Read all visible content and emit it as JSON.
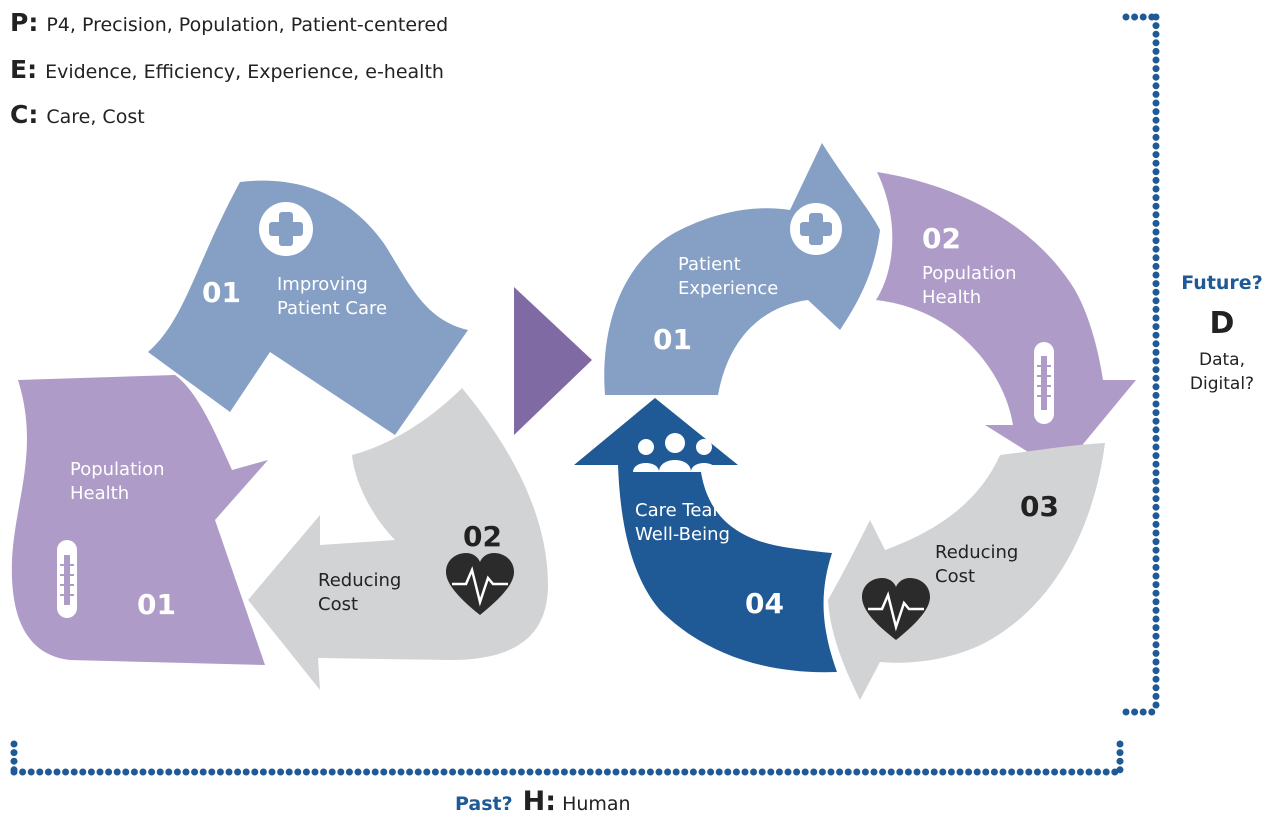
{
  "legend": [
    {
      "key": "P:",
      "text": "P4, Precision, Population, Patient-centered"
    },
    {
      "key": "E:",
      "text": "Evidence, Efficiency, Experience, e-health"
    },
    {
      "key": "C:",
      "text": "Care, Cost"
    }
  ],
  "left_cycle": {
    "care": {
      "number": "01",
      "line1": "Improving",
      "line2": "Patient Care",
      "icon": "plus-icon"
    },
    "population": {
      "number": "01",
      "line1": "Population",
      "line2": "Health",
      "icon": "thermometer-icon"
    },
    "cost": {
      "number": "02",
      "line1": "Reducing",
      "line2": "Cost",
      "icon": "heart-pulse-icon"
    }
  },
  "right_cycle": {
    "experience": {
      "number": "01",
      "line1": "Patient",
      "line2": "Experience",
      "icon": "plus-icon"
    },
    "population": {
      "number": "02",
      "line1": "Population",
      "line2": "Health",
      "icon": "thermometer-icon"
    },
    "cost": {
      "number": "03",
      "line1": "Reducing",
      "line2": "Cost",
      "icon": "heart-pulse-icon"
    },
    "team": {
      "number": "04",
      "line1": "Care Team",
      "line2": "Well-Being",
      "icon": "team-icon"
    }
  },
  "future": {
    "label": "Future?",
    "letter": "D",
    "line1": "Data,",
    "line2": "Digital?"
  },
  "past": {
    "label": "Past?",
    "letter": "H:",
    "text": "Human"
  },
  "colors": {
    "blue_light": "#859fc5",
    "purple_light": "#ae9bc8",
    "gray": "#d2d3d5",
    "navy": "#1f5a96",
    "arrow_purple": "#7f6aa3",
    "dots": "#1f5a96",
    "heart_dark": "#2b2b2b"
  }
}
